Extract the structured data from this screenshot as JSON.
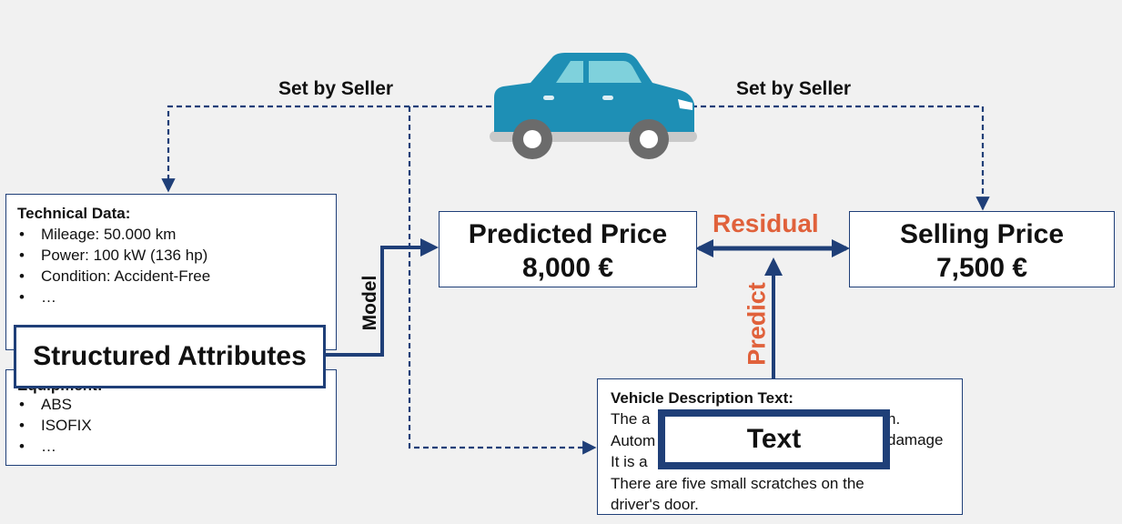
{
  "labels": {
    "set_by_seller_left": "Set by Seller",
    "set_by_seller_right": "Set by Seller",
    "residual": "Residual",
    "model": "Model",
    "predict": "Predict"
  },
  "technical_data": {
    "heading": "Technical Data:",
    "items": [
      "Mileage: 50.000 km",
      "Power: 100 kW (136 hp)",
      "Condition: Accident-Free",
      "…"
    ]
  },
  "equipment": {
    "heading": "Equipment:",
    "items": [
      "ABS",
      "ISOFIX",
      "…"
    ]
  },
  "structured_attributes_label": "Structured Attributes",
  "predicted_price": {
    "title": "Predicted Price",
    "value": "8,000 €"
  },
  "selling_price": {
    "title": "Selling Price",
    "value": "7,500 €"
  },
  "vehicle_description": {
    "heading": "Vehicle Description Text:",
    "lines": [
      "The a",
      "Autom",
      "It is a",
      "There are five small scratches on the",
      "driver's door."
    ],
    "visible_right_fragments": [
      "n.",
      "damage"
    ]
  },
  "text_label": "Text",
  "colors": {
    "navy": "#1f3f78",
    "accent": "#e0613b",
    "car_body": "#1e8fb5",
    "car_window": "#7fd1dc",
    "background": "#f1f1f1"
  },
  "icons": {
    "car": "car-icon"
  }
}
